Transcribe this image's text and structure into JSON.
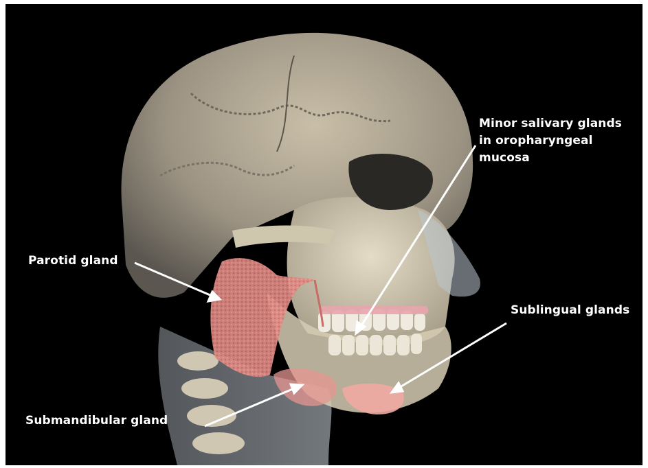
{
  "labels": {
    "minor_salivary": [
      "Minor salivary glands",
      "in oropharyngeal",
      "mucosa"
    ],
    "parotid": "Parotid gland",
    "sublingual": "Sublingual glands",
    "submandibular": "Submandibular gland"
  },
  "colors": {
    "background": "#000000",
    "bone": "#d9d1bd",
    "gland": "#e58f88",
    "arrow": "#ffffff"
  }
}
